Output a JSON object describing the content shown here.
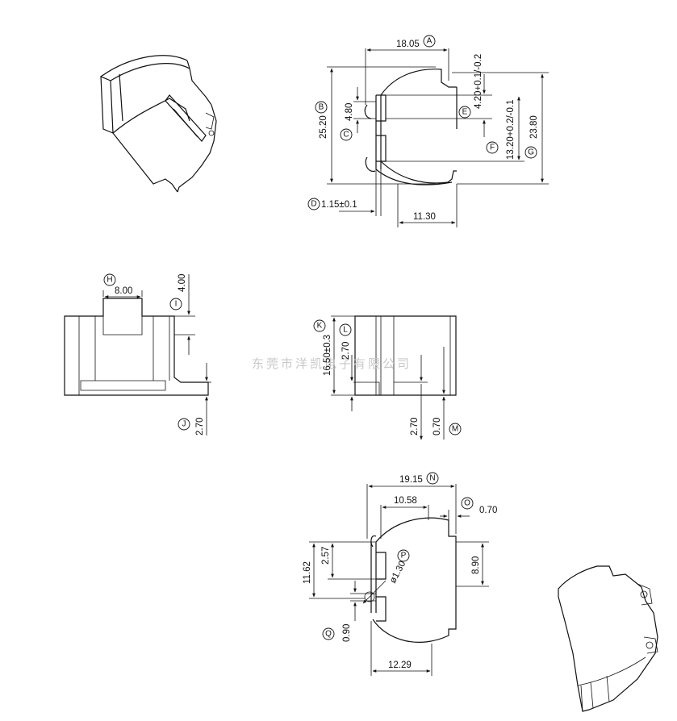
{
  "watermark": "东莞市洋凯电子有限公司",
  "labels": {
    "A": "A",
    "B": "B",
    "C": "C",
    "D": "D",
    "E": "E",
    "F": "F",
    "G": "G",
    "H": "H",
    "I": "I",
    "J": "J",
    "K": "K",
    "L": "L",
    "M": "M",
    "N": "N",
    "O": "O",
    "P": "P",
    "Q": "Q"
  },
  "dims": {
    "top_width": "18.05",
    "top_height": "25.20",
    "slot_height": "4.80",
    "pin_offset": "1.15±0.1",
    "base_width": "11.30",
    "e_tol": "4.20+0.1/-0.2",
    "f_tol": "13.20+0.2/-0.1",
    "total_height": "23.80",
    "h_width": "8.00",
    "i_height": "4.00",
    "j_height": "2.70",
    "k_height": "16.50±0.3",
    "l_height": "2.70",
    "m1": "2.70",
    "m2": "0.70",
    "n_width": "19.15",
    "inner_width": "10.58",
    "o_thk": "0.70",
    "h11": "11.62",
    "h257": "2.57",
    "h890": "8.90",
    "dia": "ø1.30",
    "q_val": "0.90",
    "bottom_width": "12.29"
  }
}
